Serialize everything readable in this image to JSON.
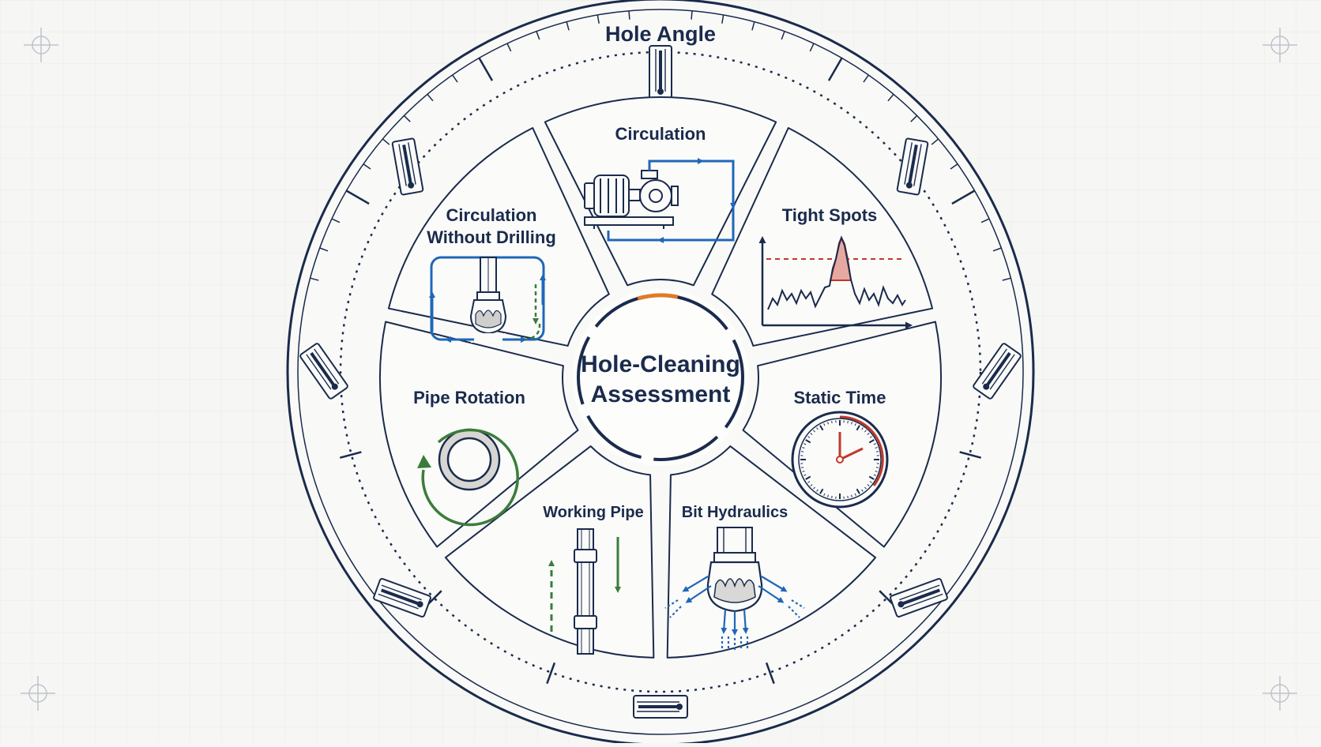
{
  "title": "Hole Angle",
  "center": {
    "line1": "Hole-Cleaning",
    "line2": "Assessment"
  },
  "segments": [
    {
      "label": "Circulation",
      "icon": "pump-circulation-icon"
    },
    {
      "label": "Tight Spots",
      "icon": "overpull-spike-chart-icon"
    },
    {
      "label": "Static Time",
      "icon": "clock-icon"
    },
    {
      "label": "Bit Hydraulics",
      "icon": "drill-bit-jets-icon"
    },
    {
      "label": "Working Pipe",
      "icon": "pipe-reciprocation-icon"
    },
    {
      "label": "Pipe Rotation",
      "icon": "pipe-rotation-icon"
    },
    {
      "label1": "Circulation",
      "label2": "Without Drilling",
      "icon": "bit-circulation-loop-icon"
    }
  ],
  "colors": {
    "navy": "#1a2b4c",
    "blue": "#1f67b8",
    "green": "#3a7d3a",
    "red": "#c0392b",
    "orange": "#e07b27",
    "background": "#f6f6f4"
  }
}
